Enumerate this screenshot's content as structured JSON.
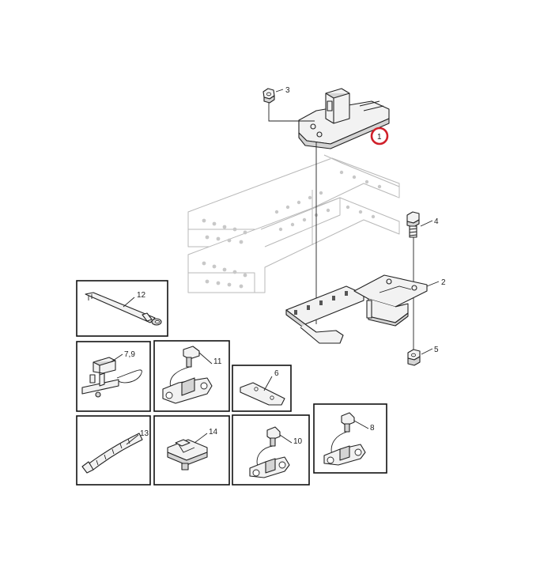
{
  "diagram": {
    "callouts": {
      "c1": "1",
      "c2": "2",
      "c3": "3",
      "c4": "4",
      "c5": "5",
      "c6": "6",
      "c79": "7,9",
      "c8": "8",
      "c10": "10",
      "c11": "11",
      "c12": "12",
      "c13": "13",
      "c14": "14"
    },
    "highlight_color": "#d0202a"
  }
}
